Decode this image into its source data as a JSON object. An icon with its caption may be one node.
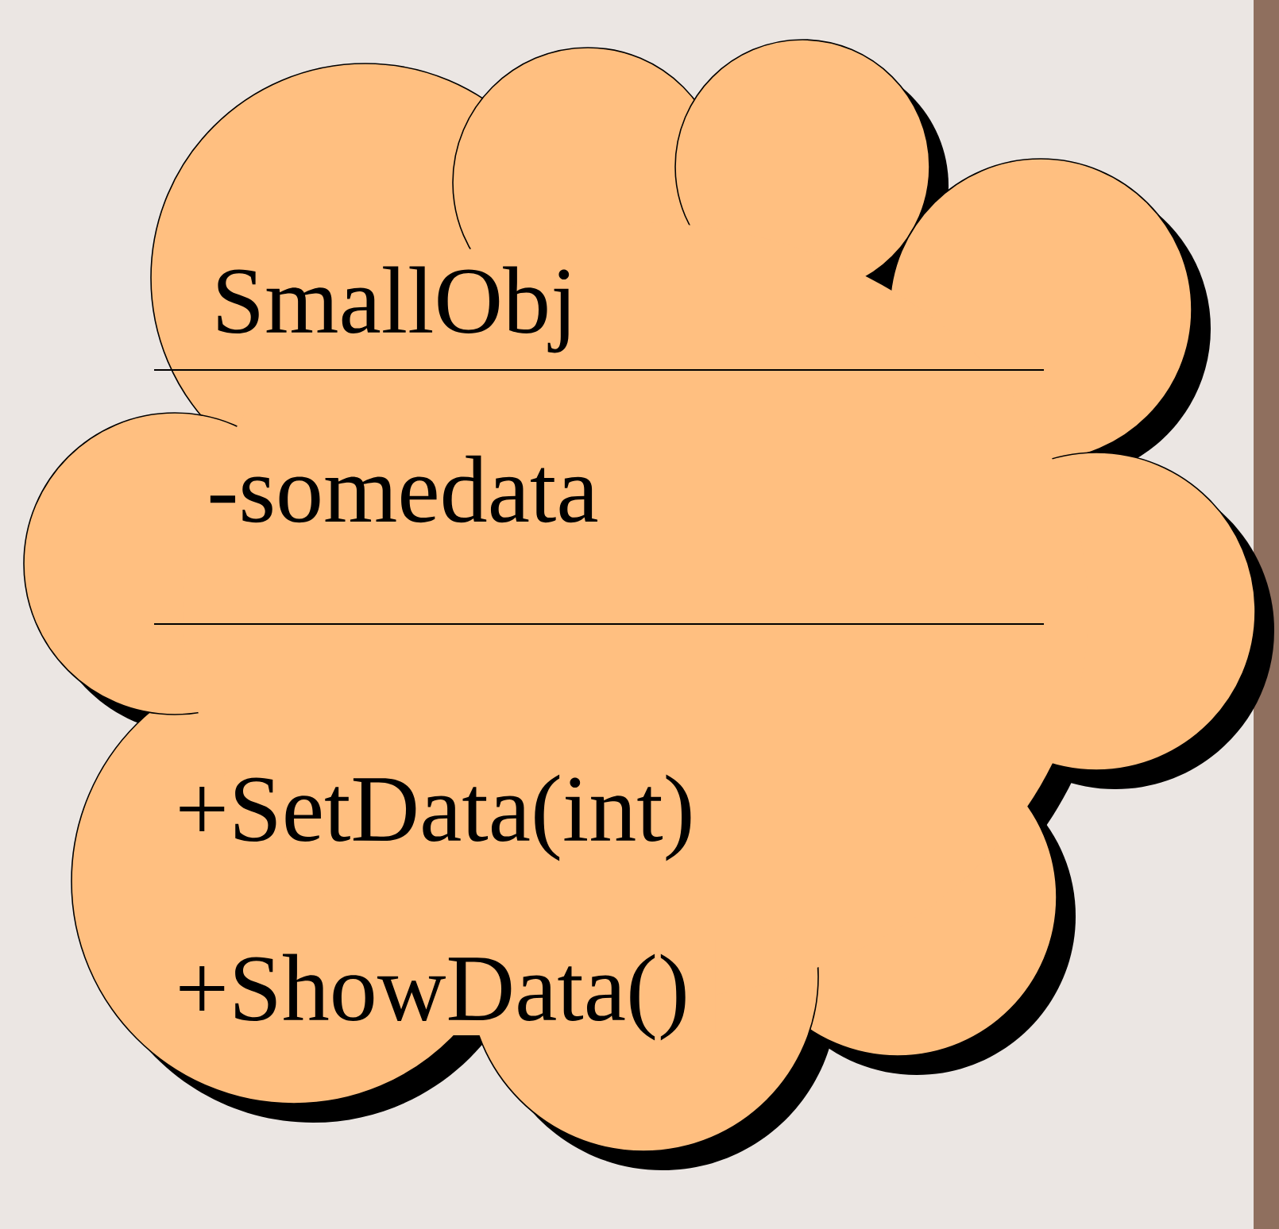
{
  "diagram": {
    "nodes": [
      {
        "text": [
          "SmallObj",
          "-somedata",
          "+SetData(int)",
          "+ShowData()"
        ]
      }
    ]
  }
}
